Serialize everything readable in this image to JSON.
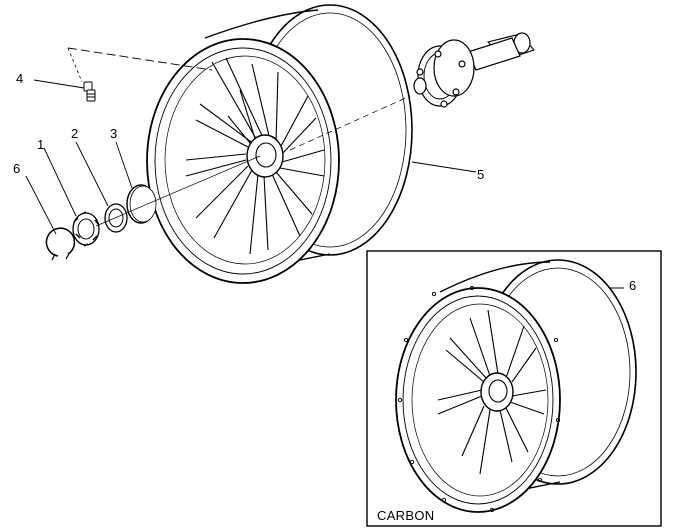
{
  "callouts": {
    "c1": "1",
    "c2": "2",
    "c3": "3",
    "c4": "4",
    "c5": "5",
    "c6_main": "6",
    "c6_inset": "6"
  },
  "inset": {
    "caption": "CARBON"
  }
}
